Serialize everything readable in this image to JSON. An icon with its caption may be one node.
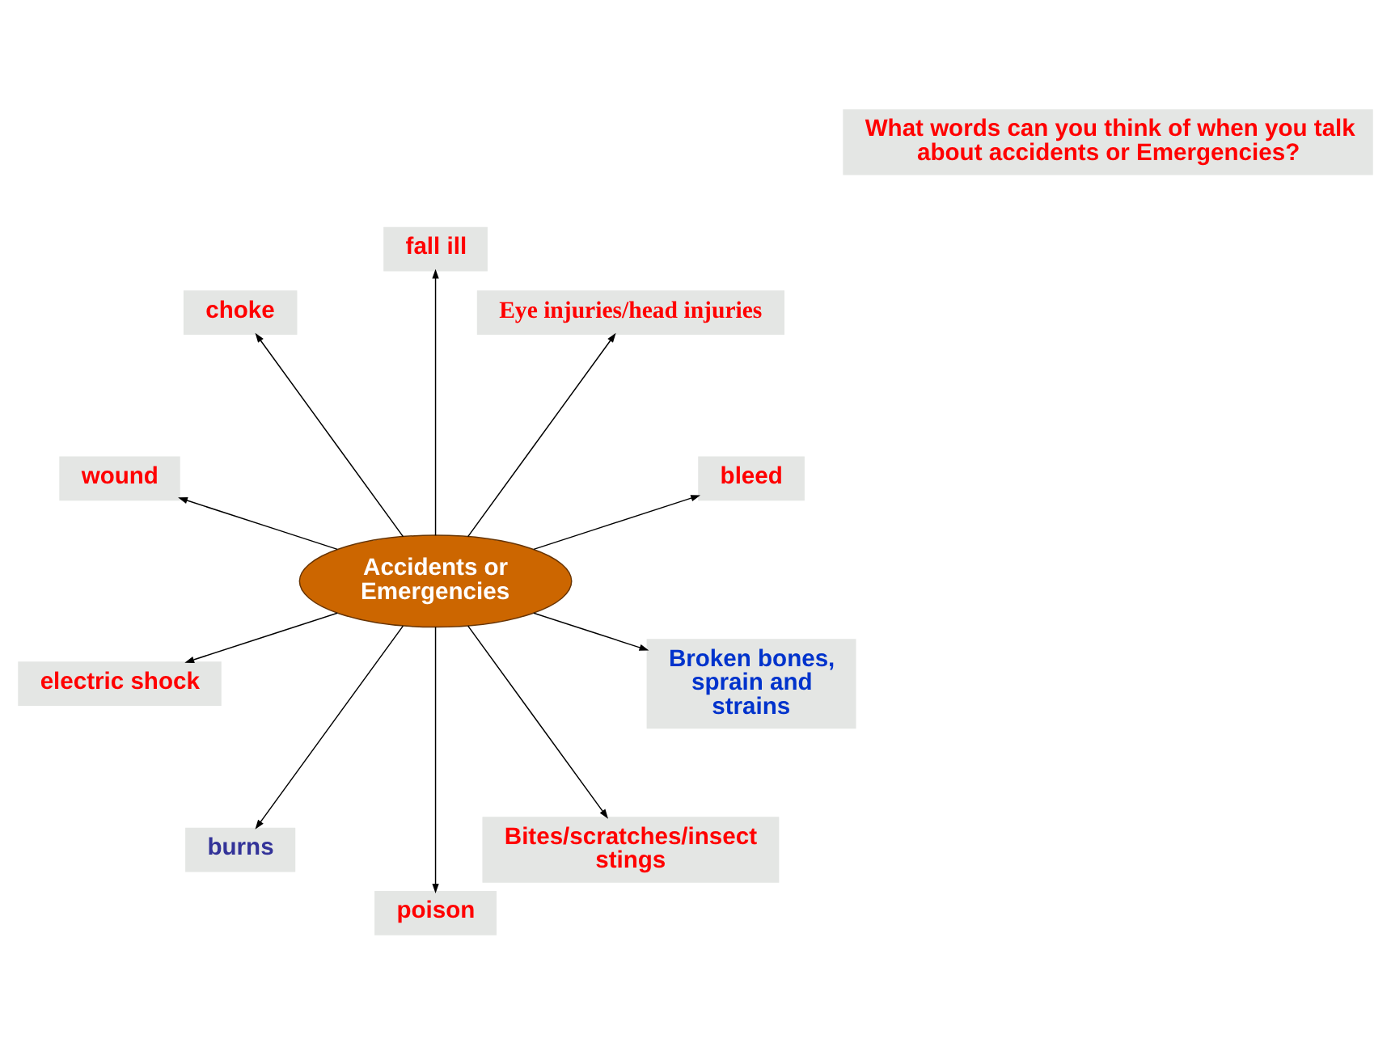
{
  "diagram": {
    "nodes": [
      {
        "text": [
          "What words can you think of when you talk about accidents or Emergencies?"
        ]
      },
      {
        "text": [
          "bleed"
        ]
      },
      {
        "text": [
          "Eye injuries/head injuries"
        ]
      },
      {
        "text": [
          "fall ill"
        ]
      },
      {
        "text": [
          "choke"
        ]
      },
      {
        "text": [
          "wound"
        ]
      },
      {
        "text": [
          "Accidents or Emergencies"
        ]
      },
      {
        "text": [
          "electric shock"
        ]
      },
      {
        "text": [
          "burns"
        ]
      },
      {
        "text": [
          "poison"
        ]
      },
      {
        "text": [
          "Bites/scratches/insect stings"
        ]
      },
      {
        "text": [
          "Broken bones, sprain and strains"
        ]
      }
    ],
    "edges": [
      {
        "from": 6,
        "to": 3,
        "arrow": "to"
      },
      {
        "from": 6,
        "to": 1,
        "arrow": "to"
      },
      {
        "from": 6,
        "to": 2,
        "arrow": "to"
      },
      {
        "from": 6,
        "to": 4,
        "arrow": "to"
      },
      {
        "from": 6,
        "to": 5,
        "arrow": "to"
      },
      {
        "from": 6,
        "to": 7,
        "arrow": "to"
      },
      {
        "from": 6,
        "to": 8,
        "arrow": "to"
      },
      {
        "from": 6,
        "to": 9,
        "arrow": "to"
      },
      {
        "from": 6,
        "to": 10,
        "arrow": "to"
      },
      {
        "from": 6,
        "to": 11,
        "arrow": "to"
      }
    ]
  }
}
